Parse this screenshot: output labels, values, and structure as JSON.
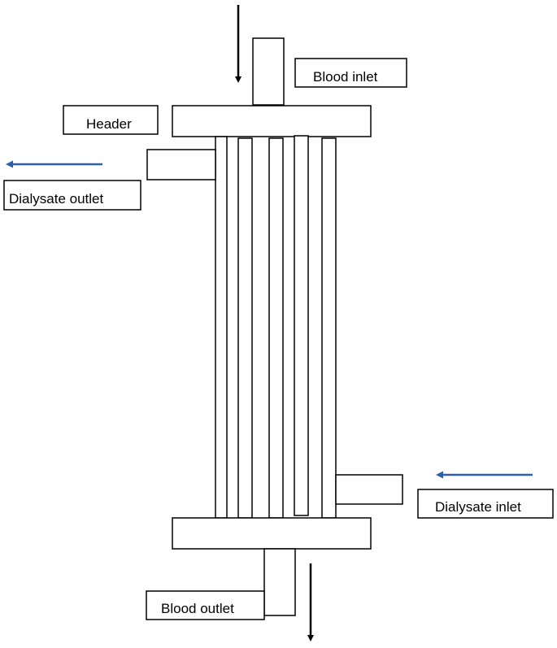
{
  "labels": {
    "blood_inlet": "Blood inlet",
    "header": "Header",
    "dialysate_outlet": "Dialysate outlet",
    "dialysate_inlet": "Dialysate inlet",
    "blood_outlet": "Blood outlet"
  },
  "colors": {
    "stroke": "#000000",
    "blood_arrow": "#000000",
    "dialysate_arrow": "#2f5fa8",
    "background": "#ffffff"
  },
  "tube_count": 5
}
